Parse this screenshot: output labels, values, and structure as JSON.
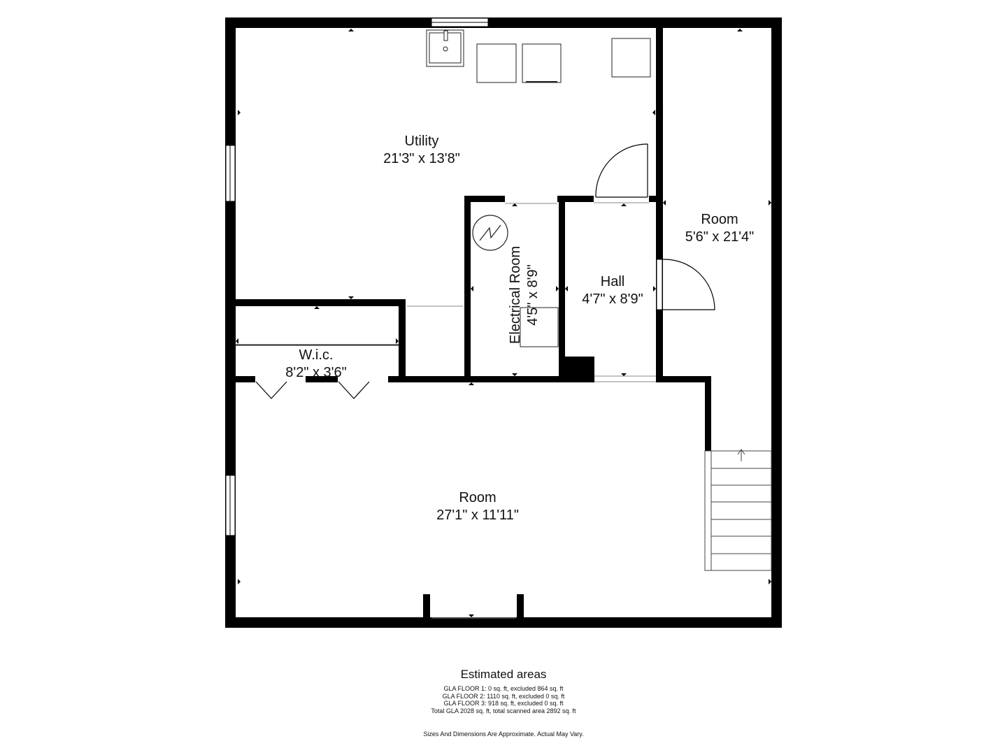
{
  "rooms": {
    "utility": {
      "name": "Utility",
      "dims": "21'3\" x 13'8\""
    },
    "room_right": {
      "name": "Room",
      "dims": "5'6\" x 21'4\""
    },
    "hall": {
      "name": "Hall",
      "dims": "4'7\" x 8'9\""
    },
    "electrical": {
      "name": "Electrical Room",
      "dims": "4'5\" x 8'9\""
    },
    "wic": {
      "name": "W.i.c.",
      "dims": "8'2\" x 3'6\""
    },
    "room_main": {
      "name": "Room",
      "dims": "27'1\" x 11'11\""
    }
  },
  "footer": {
    "title": "Estimated areas",
    "lines": [
      "GLA FLOOR 1: 0 sq. ft, excluded 864 sq. ft",
      "GLA FLOOR 2: 1110 sq. ft, excluded 0 sq. ft",
      "GLA FLOOR 3: 918 sq. ft, excluded 0 sq. ft",
      "Total GLA 2028 sq. ft, total scanned area 2892 sq. ft"
    ],
    "disclaimer": "Sizes And Dimensions Are Approximate. Actual May Vary."
  },
  "colors": {
    "wall": "#000000",
    "background": "#ffffff",
    "fixture": "#222222"
  }
}
